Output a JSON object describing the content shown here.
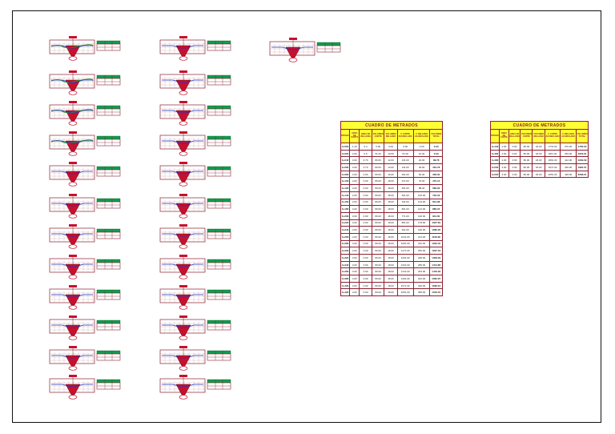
{
  "sheet": {},
  "profile_cards": {
    "count": 25,
    "small_table_header_color": "#0e9e4e",
    "frame_color": "#8b2030",
    "fill_color": "#c8102e",
    "water_line_color": "#2030c0",
    "terrain_color": "#2f8f2f"
  },
  "tables": [
    {
      "title": "CUADRO DE METRADOS",
      "headers": [
        "PROGR.",
        "AREA DE CORTE",
        "AREA DE RELLENO",
        "VOLUMEN CORTE",
        "VOLUMEN RELLENO",
        "V. CORTE ACUMULADO",
        "V. RELLENO ACUMULADO",
        "VOLUMEN TOTAL"
      ],
      "rows": [
        [
          "0+000",
          "1.10",
          "0.4",
          "0.00",
          "0.00",
          "0.00",
          "0.00",
          "0.00"
        ],
        [
          "0+020",
          "4.00",
          "0.5",
          "51.00",
          "10.00",
          "51.00",
          "10.00",
          "0.00"
        ],
        [
          "0+040",
          "4.00",
          "0.70",
          "80.00",
          "12.00",
          "131.00",
          "22.00",
          "89.78"
        ],
        [
          "0+060",
          "4.00",
          "0.70",
          "80.00",
          "14.00",
          "211.00",
          "36.00",
          "184.78"
        ],
        [
          "0+080",
          "4.00",
          "0.90",
          "80.00",
          "16.00",
          "291.00",
          "52.00",
          "358.00"
        ],
        [
          "0+100",
          "4.00",
          "0.90",
          "80.00",
          "18.00",
          "371.00",
          "70.00",
          "470.12"
        ],
        [
          "0+120",
          "4.00",
          "0.90",
          "80.00",
          "18.00",
          "451.00",
          "88.00",
          "589.00"
        ],
        [
          "0+140",
          "4.00",
          "0.90",
          "80.00",
          "18.00",
          "531.00",
          "106.00",
          "700.34"
        ],
        [
          "0+160",
          "4.00",
          "0.90",
          "80.00",
          "18.00",
          "611.00",
          "124.00",
          "812.98"
        ],
        [
          "0+180",
          "4.00",
          "0.90",
          "80.00",
          "18.00",
          "691.00",
          "142.00",
          "886.24"
        ],
        [
          "0+200",
          "4.00",
          "0.90",
          "80.00",
          "18.00",
          "771.00",
          "160.00",
          "931.60"
        ],
        [
          "0+220",
          "4.00",
          "0.90",
          "80.00",
          "18.00",
          "851.00",
          "178.00",
          "1007.60"
        ],
        [
          "0+240",
          "4.00",
          "0.90",
          "80.00",
          "18.00",
          "931.00",
          "196.00",
          "1085.30"
        ],
        [
          "0+260",
          "4.00",
          "0.90",
          "80.00",
          "18.00",
          "1011.00",
          "214.00",
          "1158.90"
        ],
        [
          "0+280",
          "4.00",
          "0.90",
          "80.00",
          "18.00",
          "1091.00",
          "232.00",
          "1232.40"
        ],
        [
          "0+300",
          "4.00",
          "0.90",
          "80.00",
          "18.00",
          "1171.00",
          "250.00",
          "1297.53"
        ],
        [
          "0+320",
          "4.00",
          "0.90",
          "80.00",
          "18.00",
          "1251.00",
          "268.00",
          "1358.09"
        ],
        [
          "0+340",
          "4.00",
          "0.90",
          "80.00",
          "18.00",
          "1331.00",
          "286.00",
          "1414.86"
        ],
        [
          "0+360",
          "4.00",
          "0.90",
          "80.00",
          "18.00",
          "1411.00",
          "304.00",
          "1479.39"
        ],
        [
          "0+380",
          "4.00",
          "0.90",
          "80.00",
          "18.00",
          "1491.00",
          "322.00",
          "1562.25"
        ],
        [
          "0+400",
          "4.00",
          "0.90",
          "80.00",
          "18.00",
          "1571.00",
          "340.00",
          "1596.91"
        ],
        [
          "0+420",
          "4.00",
          "0.90",
          "80.00",
          "18.00",
          "1651.00",
          "358.00",
          "1678.45"
        ]
      ]
    },
    {
      "title": "CUADRO DE METRADOS",
      "headers": [
        "PROGR.",
        "AREA DE CORTE",
        "AREA DE RELLENO",
        "VOLUMEN CORTE",
        "VOLUMEN RELLENO",
        "V. CORTE ACUMULADO",
        "V. RELLENO ACUMULADO",
        "VOLUMEN TOTAL"
      ],
      "rows": [
        [
          "0+440",
          "4.00",
          "0.90",
          "80.00",
          "18.00",
          "1731.00",
          "376.00",
          "1760.00"
        ],
        [
          "0+460",
          "4.00",
          "0.90",
          "80.00",
          "18.00",
          "1811.00",
          "394.00",
          "1842.61"
        ],
        [
          "0+480",
          "4.00",
          "0.90",
          "80.00",
          "18.00",
          "1891.00",
          "412.00",
          "1909.09"
        ],
        [
          "0+500",
          "4.00",
          "0.90",
          "80.00",
          "18.00",
          "1971.00",
          "430.00",
          "1984.07"
        ],
        [
          "0+520",
          "4.00",
          "0.90",
          "80.00",
          "18.00",
          "2051.00",
          "448.00",
          "2068.21"
        ]
      ]
    }
  ]
}
